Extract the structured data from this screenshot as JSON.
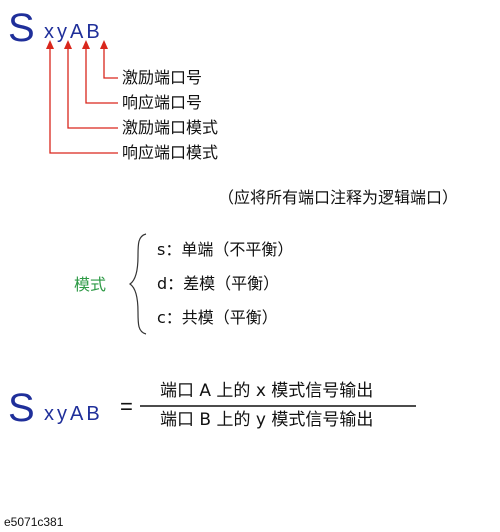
{
  "notation": {
    "symbol": "S",
    "subscript": "xyAB",
    "callouts": [
      "激励端口号",
      "响应端口号",
      "激励端口模式",
      "响应端口模式"
    ],
    "arrow_color": "#d9261c",
    "accent_color": "#1f2f9a"
  },
  "note": "（应将所有端口注释为逻辑端口）",
  "modes": {
    "label": "模式",
    "label_color": "#2e9a46",
    "items": [
      "s：单端（不平衡）",
      "d：差模（平衡）",
      "c：共模（平衡）"
    ]
  },
  "formula": {
    "symbol": "S",
    "subscript": "xyAB",
    "equals": "=",
    "numerator": "端口 A 上的 x 模式信号输出",
    "denominator": "端口 B 上的 y 模式信号输出"
  },
  "figure_id": "e5071c381"
}
